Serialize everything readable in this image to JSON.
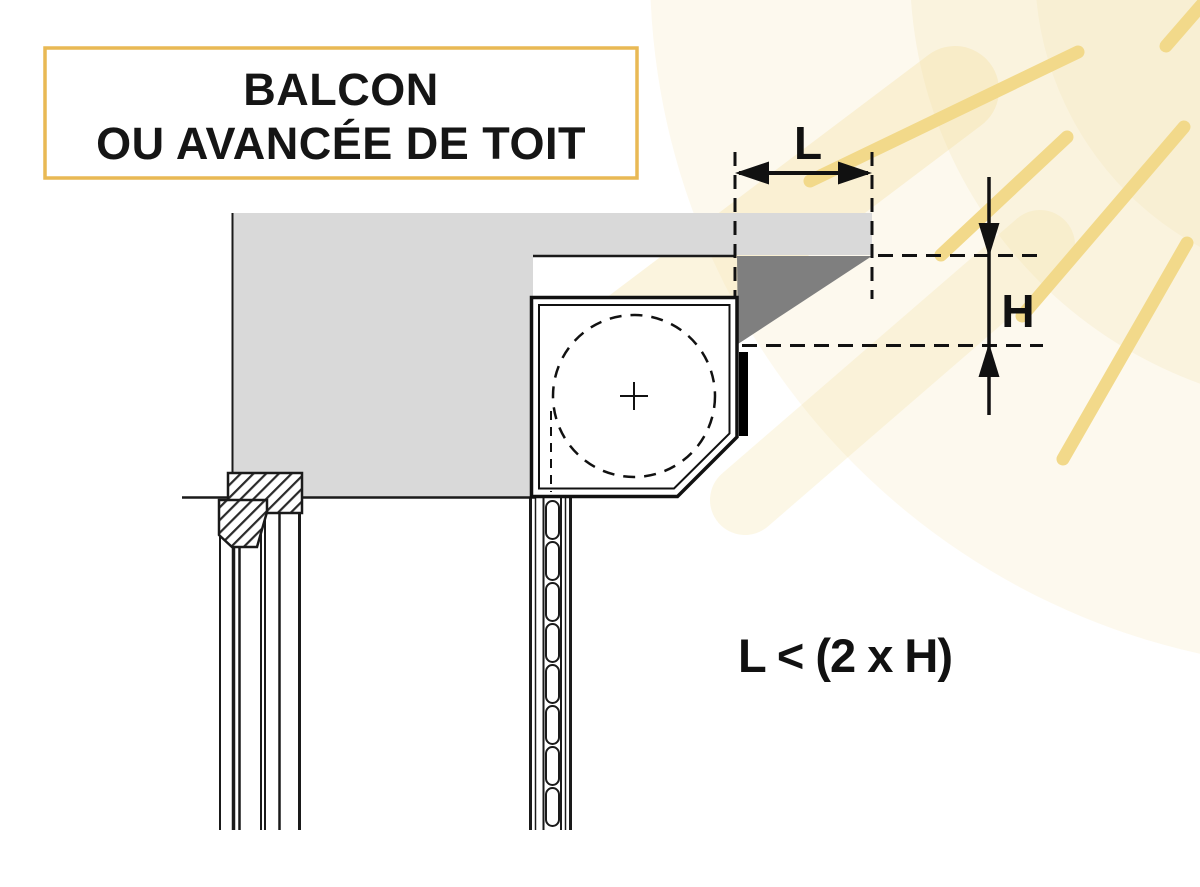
{
  "title_box": {
    "line1": "BALCON",
    "line2": "OU AVANCÉE DE TOIT"
  },
  "dimension_labels": {
    "overhang_length": "L",
    "height": "H"
  },
  "formula": "L < (2 x H)",
  "colors": {
    "accent_gold": "#E9B954",
    "ray_gold": "#F2D98A",
    "sun_glow_inner": "#F8EFD3",
    "sun_glow_mid": "#FAF3DE",
    "sun_glow_outer": "#FDF9EE",
    "slab_gray": "#D9D9D9",
    "shadow_gray": "#7F7F7F",
    "ink": "#111111"
  }
}
